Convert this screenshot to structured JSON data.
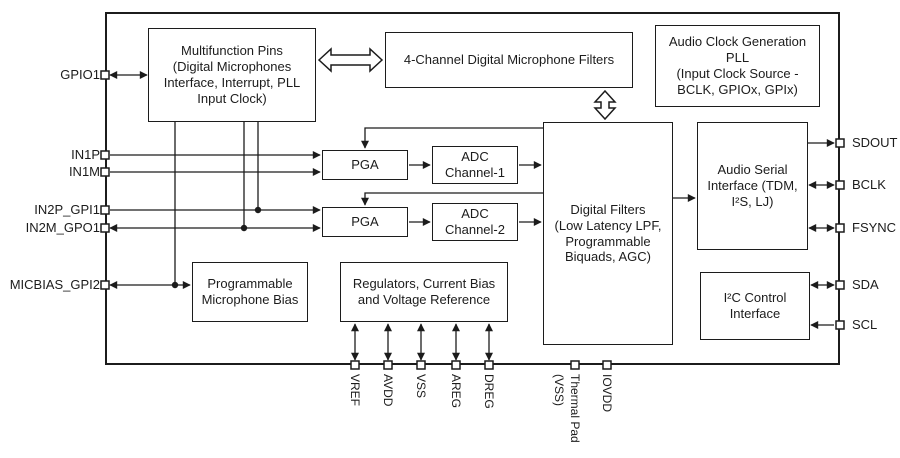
{
  "colors": {
    "wire": "#1c1c1c",
    "background": "#ffffff"
  },
  "blocks": {
    "multifunction_pins": "Multifunction Pins\n(Digital Microphones\nInterface, Interrupt, PLL\nInput Clock)",
    "mic_filters": "4-Channel Digital Microphone Filters",
    "audio_clock_pll": "Audio Clock Generation\nPLL\n(Input Clock Source -\nBCLK, GPIOx, GPIx)",
    "pga1": "PGA",
    "adc1": "ADC\nChannel-1",
    "pga2": "PGA",
    "adc2": "ADC\nChannel-2",
    "digital_filters": "Digital Filters\n(Low Latency LPF,\nProgrammable\nBiquads, AGC)",
    "audio_serial_interface": "Audio Serial\nInterface (TDM,\nI²S, LJ)",
    "mic_bias": "Programmable\nMicrophone Bias",
    "regulators": "Regulators, Current Bias\nand  Voltage Reference",
    "i2c_control": "I²C Control\nInterface"
  },
  "pins": {
    "left": [
      "GPIO1",
      "IN1P",
      "IN1M",
      "IN2P_GPI1",
      "IN2M_GPO1",
      "MICBIAS_GPI2"
    ],
    "right": [
      "SDOUT",
      "BCLK",
      "FSYNC",
      "SDA",
      "SCL"
    ],
    "bottom": [
      "VREF",
      "AVDD",
      "VSS",
      "AREG",
      "DREG",
      "Thermal Pad\n(VSS)",
      "IOVDD"
    ]
  }
}
